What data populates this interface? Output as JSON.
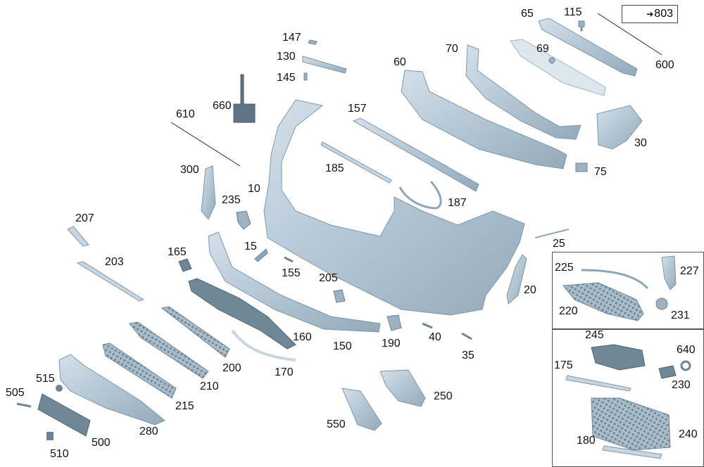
{
  "reference_box": {
    "arrow": "➔",
    "text": "803"
  },
  "parts": [
    {
      "id": "p65",
      "label": "65"
    },
    {
      "id": "p115",
      "label": "115"
    },
    {
      "id": "p600",
      "label": "600"
    },
    {
      "id": "p69",
      "label": "69"
    },
    {
      "id": "p70",
      "label": "70"
    },
    {
      "id": "p147",
      "label": "147"
    },
    {
      "id": "p130",
      "label": "130"
    },
    {
      "id": "p145",
      "label": "145"
    },
    {
      "id": "p60",
      "label": "60"
    },
    {
      "id": "p660",
      "label": "660"
    },
    {
      "id": "p157",
      "label": "157"
    },
    {
      "id": "p610",
      "label": "610"
    },
    {
      "id": "p30",
      "label": "30"
    },
    {
      "id": "p75",
      "label": "75"
    },
    {
      "id": "p185",
      "label": "185"
    },
    {
      "id": "p300",
      "label": "300"
    },
    {
      "id": "p10",
      "label": "10"
    },
    {
      "id": "p187",
      "label": "187"
    },
    {
      "id": "p235",
      "label": "235"
    },
    {
      "id": "p207",
      "label": "207"
    },
    {
      "id": "p25",
      "label": "25"
    },
    {
      "id": "p15",
      "label": "15"
    },
    {
      "id": "p165",
      "label": "165"
    },
    {
      "id": "p225",
      "label": "225"
    },
    {
      "id": "p227",
      "label": "227"
    },
    {
      "id": "p155",
      "label": "155"
    },
    {
      "id": "p203",
      "label": "203"
    },
    {
      "id": "p205",
      "label": "205"
    },
    {
      "id": "p20",
      "label": "20"
    },
    {
      "id": "p220",
      "label": "220"
    },
    {
      "id": "p231",
      "label": "231"
    },
    {
      "id": "p160",
      "label": "160"
    },
    {
      "id": "p190",
      "label": "190"
    },
    {
      "id": "p40",
      "label": "40"
    },
    {
      "id": "p150",
      "label": "150"
    },
    {
      "id": "p245",
      "label": "245"
    },
    {
      "id": "p640",
      "label": "640"
    },
    {
      "id": "p200",
      "label": "200"
    },
    {
      "id": "p170",
      "label": "170"
    },
    {
      "id": "p35",
      "label": "35"
    },
    {
      "id": "p175",
      "label": "175"
    },
    {
      "id": "p230",
      "label": "230"
    },
    {
      "id": "p515",
      "label": "515"
    },
    {
      "id": "p210",
      "label": "210"
    },
    {
      "id": "p505",
      "label": "505"
    },
    {
      "id": "p250",
      "label": "250"
    },
    {
      "id": "p215",
      "label": "215"
    },
    {
      "id": "p550",
      "label": "550"
    },
    {
      "id": "p280",
      "label": "280"
    },
    {
      "id": "p240",
      "label": "240"
    },
    {
      "id": "p500",
      "label": "500"
    },
    {
      "id": "p180",
      "label": "180"
    },
    {
      "id": "p510",
      "label": "510"
    }
  ],
  "colors": {
    "part_fill": "#b9ccd9",
    "part_stroke": "#7f97a8",
    "dark": "#6d8596",
    "line": "#222222"
  }
}
